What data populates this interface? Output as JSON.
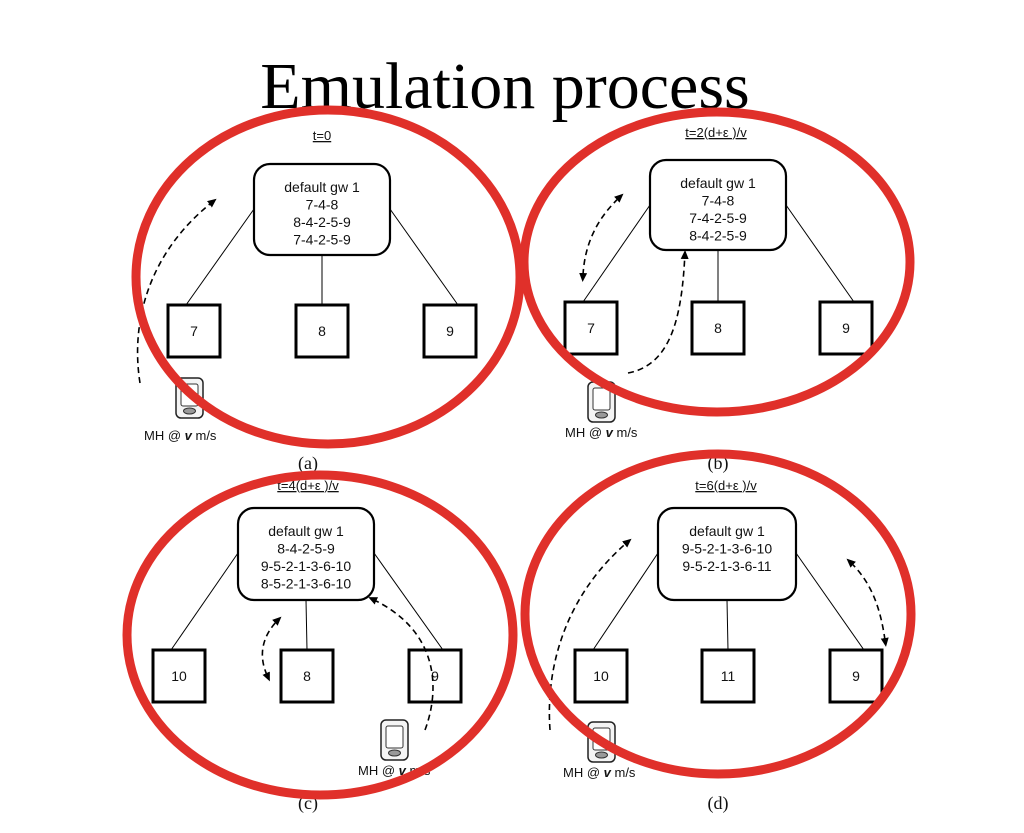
{
  "title": "Emulation process",
  "colors": {
    "highlight": "#e0302a",
    "line": "#000000"
  },
  "panels": [
    {
      "id": "a",
      "time": "t=0",
      "gateway_lines": [
        "default gw 1",
        "7-4-8",
        "8-4-2-5-9",
        "7-4-2-5-9"
      ],
      "nodes": [
        "7",
        "8",
        "9"
      ],
      "host_label": [
        "MH @ ",
        "v",
        " m/s"
      ],
      "caption": "(a)"
    },
    {
      "id": "b",
      "time": "t=2(d+ε )/v",
      "gateway_lines": [
        "default gw 1",
        "7-4-8",
        "7-4-2-5-9",
        "8-4-2-5-9"
      ],
      "nodes": [
        "7",
        "8",
        "9"
      ],
      "host_label": [
        "MH @ ",
        "v",
        " m/s"
      ],
      "caption": "(b)"
    },
    {
      "id": "c",
      "time": "t=4(d+ε )/v",
      "gateway_lines": [
        "default gw 1",
        "8-4-2-5-9",
        "9-5-2-1-3-6-10",
        "8-5-2-1-3-6-10"
      ],
      "nodes": [
        "10",
        "8",
        "9"
      ],
      "host_label": [
        "MH @ ",
        "v",
        " m/s"
      ],
      "caption": "(c)"
    },
    {
      "id": "d",
      "time": "t=6(d+ε )/v",
      "gateway_lines": [
        "default gw 1",
        "9-5-2-1-3-6-10",
        "9-5-2-1-3-6-11"
      ],
      "nodes": [
        "10",
        "11",
        "9"
      ],
      "host_label": [
        "MH @ ",
        "v",
        " m/s"
      ],
      "caption": "(d)"
    }
  ]
}
